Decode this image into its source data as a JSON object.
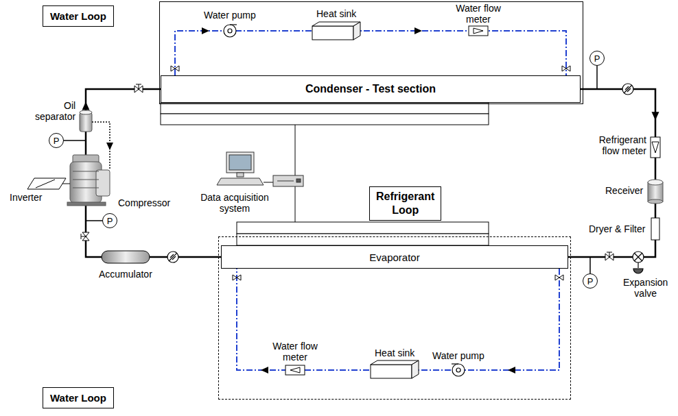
{
  "diagram": {
    "nodes": [
      {
        "text": [
          "Water Loop"
        ]
      },
      {
        "text": [
          "Condenser - Test section"
        ],
        "in": 0
      },
      {
        "text": [
          "P"
        ]
      },
      {
        "text": [
          "P"
        ]
      },
      {
        "text": [
          "Refrigerant Loop"
        ]
      },
      {
        "text": [
          "P"
        ]
      },
      {
        "text": [
          "Water Loop"
        ]
      },
      {
        "text": [
          "Evaporator"
        ],
        "in": 6
      },
      {
        "text": [
          "P"
        ]
      }
    ],
    "edges": [
      {
        "from": 1,
        "to": 7,
        "arrow": "to"
      },
      {
        "from": 7,
        "to": 1,
        "arrow": "to"
      }
    ],
    "labels": [
      "Water pump",
      "Heat sink",
      "Water flow meter",
      "Oil separator",
      "Refrigerant flow meter",
      "Data acquisition system",
      "Compressor",
      "Inverter",
      "Receiver",
      "Dryer & Filter",
      "Accumulator",
      "Expansion valve",
      "Water flow meter",
      "Heat sink",
      "Water pump"
    ]
  }
}
